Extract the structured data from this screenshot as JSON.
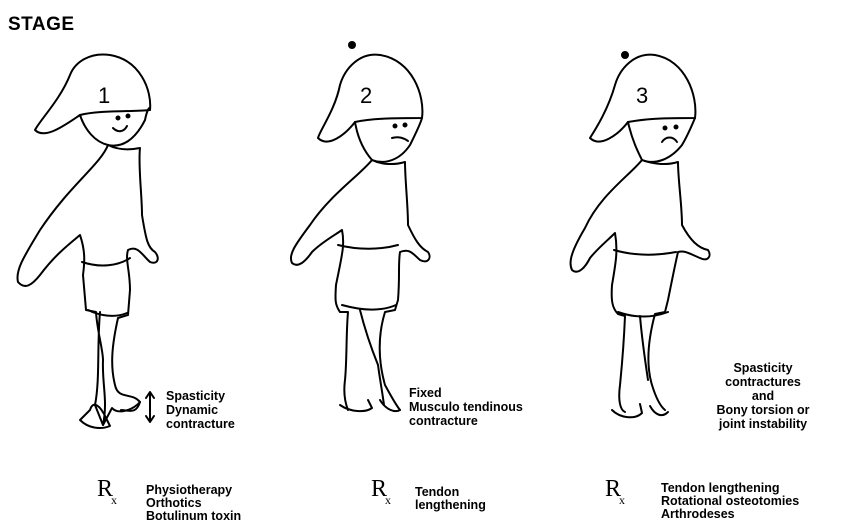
{
  "heading": "STAGE",
  "rx_symbol": "R",
  "rx_sub": "x",
  "stages": [
    {
      "number": "1",
      "description": "Spasticity\nDynamic\n  contracture",
      "treatment": "Physiotherapy\nOrthotics\nBotulinum toxin"
    },
    {
      "number": "2",
      "description": "Fixed\nMusculo tendinous\n   contracture",
      "treatment": "Tendon\n   lengthening"
    },
    {
      "number": "3",
      "description": "Spasticity\ncontractures\nand\nBony torsion or\njoint instability",
      "treatment": "Tendon lengthening\nRotational osteotomies\nArthrodeses"
    }
  ]
}
